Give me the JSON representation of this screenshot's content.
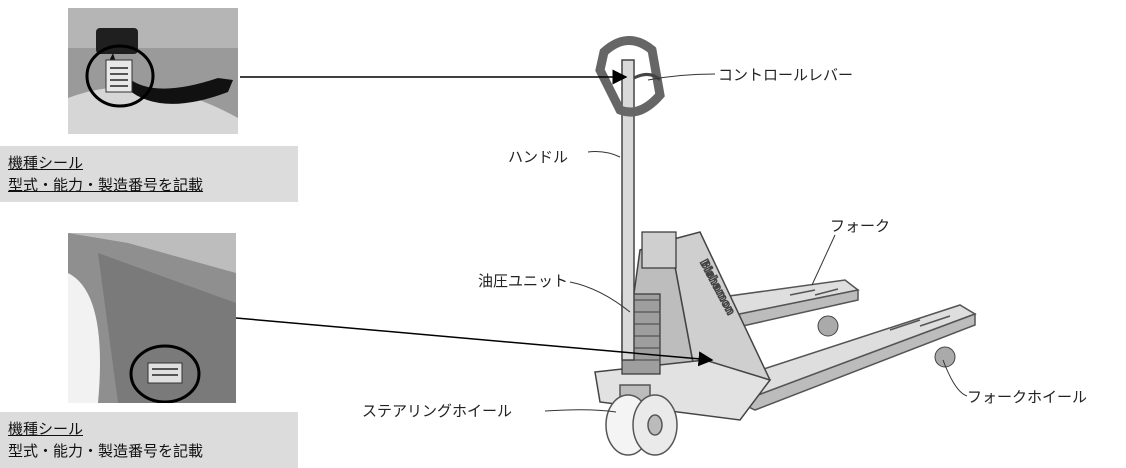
{
  "captions": [
    {
      "line1": "機種シール",
      "line2": "型式・能力・製造番号を記載"
    },
    {
      "line1": "機種シール",
      "line2": "型式・能力・製造番号を記載"
    }
  ],
  "labels": {
    "control_lever": "コントロールレバー",
    "handle": "ハンドル",
    "fork": "フォーク",
    "hydraulic_unit": "油圧ユニット",
    "steering_wheel": "ステアリングホイール",
    "fork_wheel": "フォークホイール"
  },
  "brand_text": "Bishamon"
}
